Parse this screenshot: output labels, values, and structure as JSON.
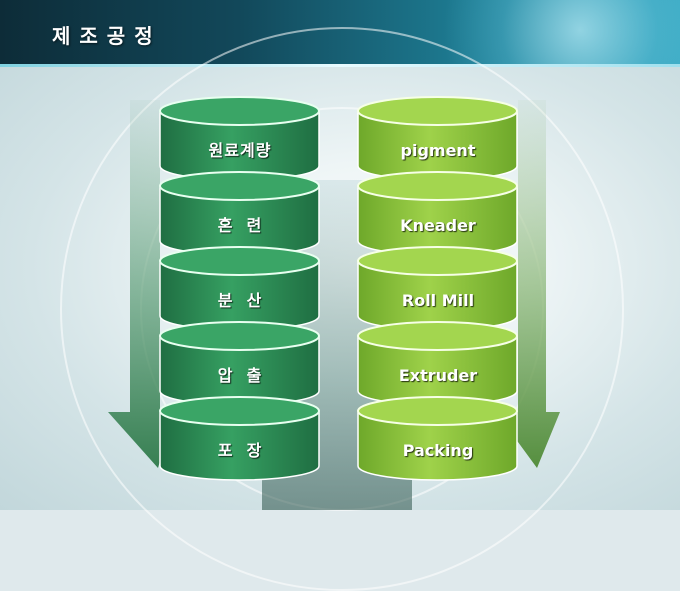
{
  "header": {
    "title": "제조공정"
  },
  "colors": {
    "left_stack": "#2f8a56",
    "right_stack": "#8cc43c",
    "left_arrow": "#3d8a5a",
    "right_arrow": "#6aa24e"
  },
  "left_stack": {
    "items": [
      {
        "label": "원료계량"
      },
      {
        "label": "혼  련"
      },
      {
        "label": "분  산"
      },
      {
        "label": "압  출"
      },
      {
        "label": "포  장"
      }
    ]
  },
  "right_stack": {
    "items": [
      {
        "label": "pigment"
      },
      {
        "label": "Kneader"
      },
      {
        "label": "Roll Mill"
      },
      {
        "label": "Extruder"
      },
      {
        "label": "Packing"
      }
    ]
  }
}
